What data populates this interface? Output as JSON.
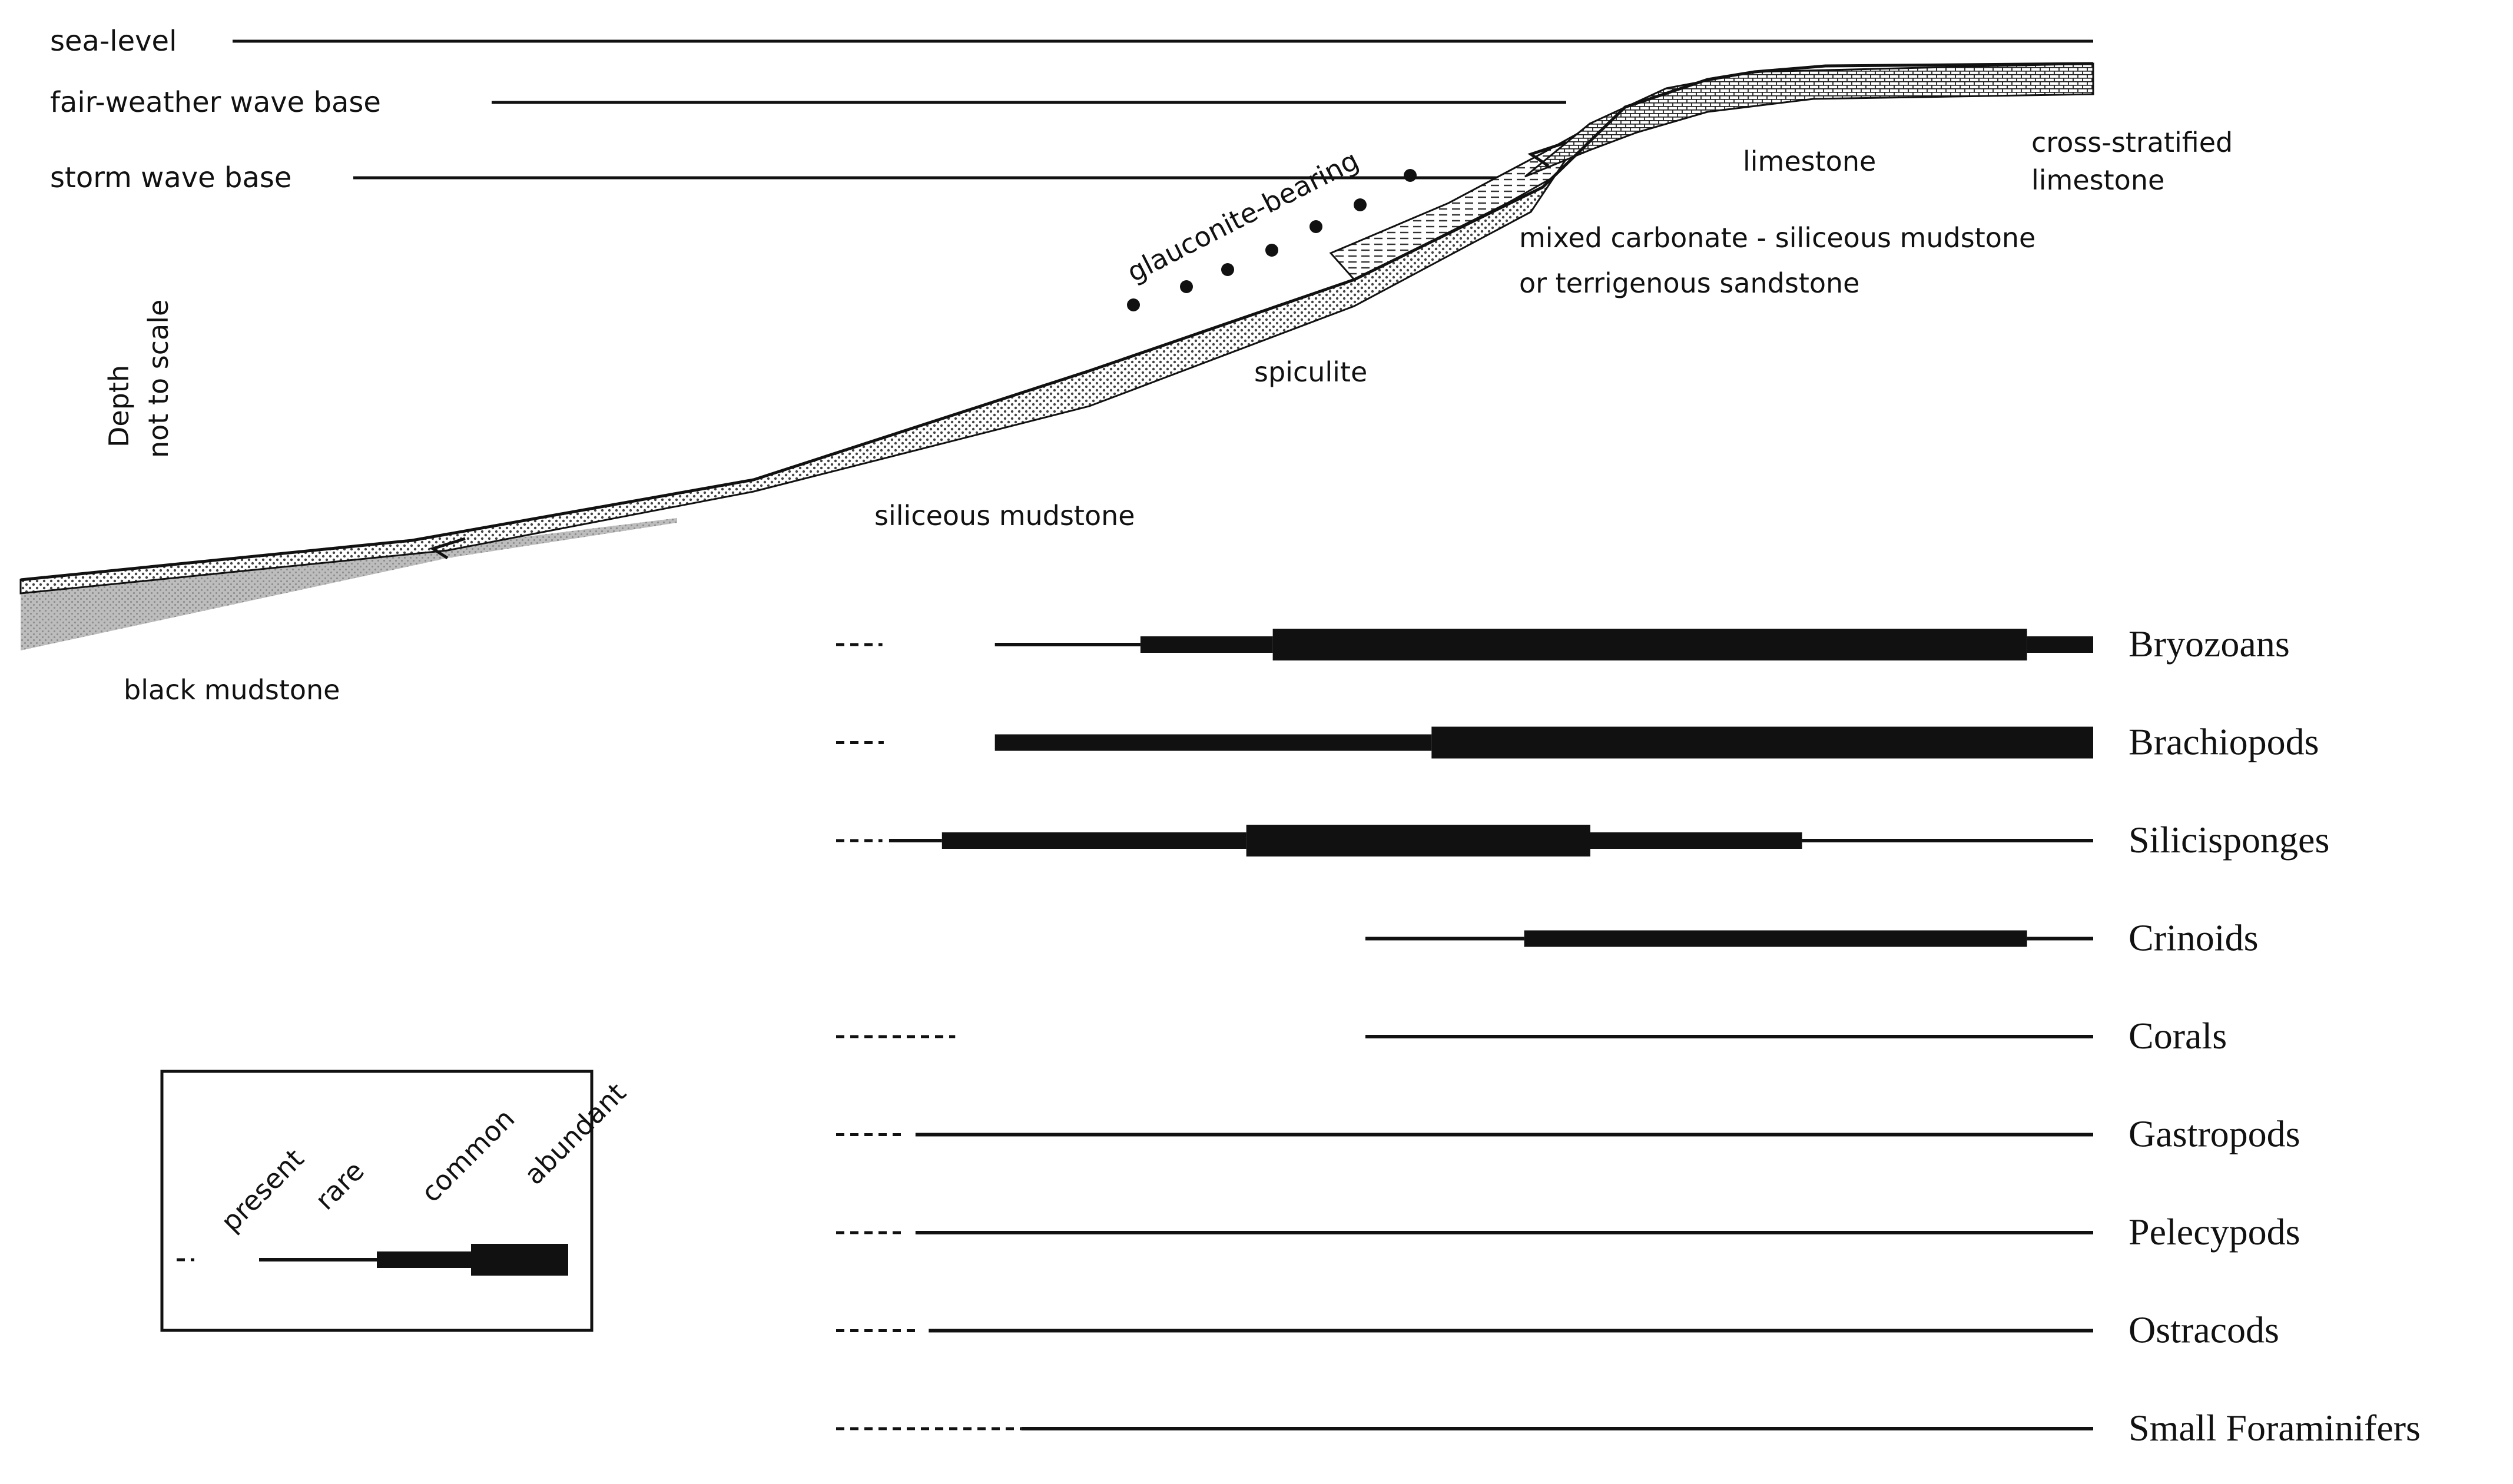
{
  "levels": {
    "sea_level": "sea-level",
    "fair_weather": "fair-weather wave base",
    "storm": "storm wave base"
  },
  "depth_axis": {
    "line1": "Depth",
    "line2": "not to scale"
  },
  "facies": {
    "black_mudstone": "black mudstone",
    "siliceous_mudstone": "siliceous mudstone",
    "spiculite": "spiculite",
    "glauconite": "glauconite-bearing",
    "mixed_line1": "mixed carbonate - siliceous mudstone",
    "mixed_line2": "or terrigenous sandstone",
    "limestone": "limestone",
    "cross_line1": "cross-stratified",
    "cross_line2": "limestone"
  },
  "legend": {
    "present": "present",
    "rare": "rare",
    "common": "common",
    "abundant": "abundant"
  },
  "abundance_levels": [
    "present",
    "rare",
    "common",
    "abundant"
  ],
  "taxa": [
    {
      "name": "Bryozoans",
      "segments": [
        [
          "present",
          0.0,
          0.035
        ],
        [
          "rare",
          0.12,
          0.23
        ],
        [
          "common",
          0.23,
          0.33
        ],
        [
          "abundant",
          0.33,
          0.9
        ],
        [
          "common",
          0.9,
          0.95
        ]
      ]
    },
    {
      "name": "Brachiopods",
      "segments": [
        [
          "present",
          0.0,
          0.036
        ],
        [
          "common",
          0.12,
          0.45
        ],
        [
          "abundant",
          0.45,
          0.95
        ]
      ]
    },
    {
      "name": "Silicisponges",
      "segments": [
        [
          "present",
          0.0,
          0.035
        ],
        [
          "rare",
          0.04,
          0.08
        ],
        [
          "common",
          0.08,
          0.31
        ],
        [
          "abundant",
          0.31,
          0.57
        ],
        [
          "common",
          0.57,
          0.73
        ],
        [
          "rare",
          0.73,
          0.95
        ]
      ]
    },
    {
      "name": "Crinoids",
      "segments": [
        [
          "rare",
          0.4,
          0.52
        ],
        [
          "common",
          0.52,
          0.9
        ],
        [
          "rare",
          0.9,
          0.95
        ]
      ]
    },
    {
      "name": "Corals",
      "segments": [
        [
          "present",
          0.0,
          0.09
        ],
        [
          "rare",
          0.4,
          0.95
        ]
      ]
    },
    {
      "name": "Gastropods",
      "segments": [
        [
          "present",
          0.0,
          0.05
        ],
        [
          "rare",
          0.06,
          0.95
        ]
      ]
    },
    {
      "name": "Pelecypods",
      "segments": [
        [
          "present",
          0.0,
          0.05
        ],
        [
          "rare",
          0.06,
          0.95
        ]
      ]
    },
    {
      "name": "Ostracods",
      "segments": [
        [
          "present",
          0.0,
          0.06
        ],
        [
          "rare",
          0.07,
          0.95
        ]
      ]
    },
    {
      "name": "Small Foraminifers",
      "segments": [
        [
          "present",
          0.0,
          0.14
        ],
        [
          "rare",
          0.14,
          0.95
        ]
      ]
    }
  ]
}
